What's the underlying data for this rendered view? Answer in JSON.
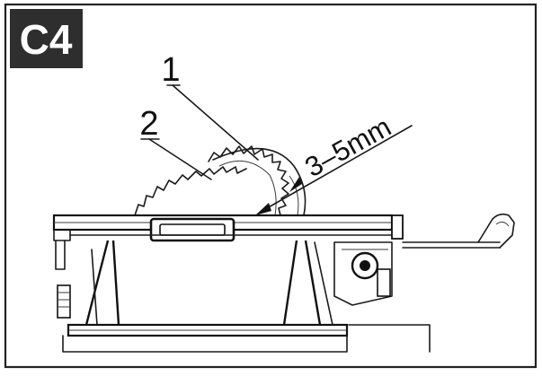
{
  "badge": {
    "label": "C4",
    "bg_color": "#2e2e2e",
    "text_color": "#ffffff"
  },
  "callouts": [
    {
      "id": "1",
      "label": "1"
    },
    {
      "id": "2",
      "label": "2"
    }
  ],
  "dimension": {
    "label": "3–5mm"
  }
}
